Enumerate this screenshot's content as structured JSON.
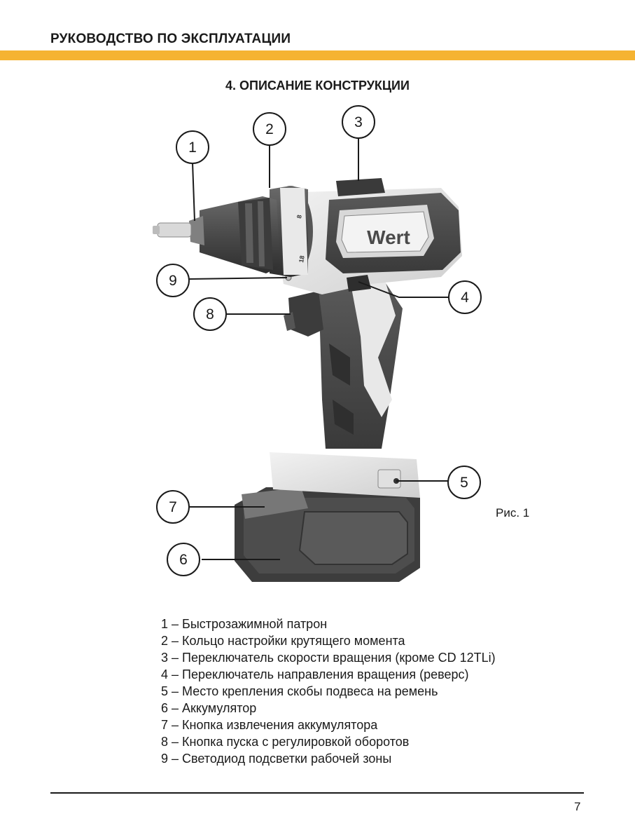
{
  "header": {
    "title": "РУКОВОДСТВО ПО ЭКСПЛУАТАЦИИ",
    "accent_color": "#f5b332"
  },
  "section": {
    "title": "4. ОПИСАНИЕ КОНСТРУКЦИИ"
  },
  "figure": {
    "brand": "Wert",
    "dial_marks": [
      "8",
      "18"
    ],
    "caption": "Рис. 1",
    "callouts": [
      "1",
      "2",
      "3",
      "4",
      "5",
      "6",
      "7",
      "8",
      "9"
    ]
  },
  "legend": [
    "1 – Быстрозажимной патрон",
    "2 – Кольцо настройки крутящего момента",
    "3 – Переключатель скорости вращения (кроме CD 12TLi)",
    "4 – Переключатель направления вращения (реверс)",
    "5 – Место крепления скобы подвеса на ремень",
    "6 – Аккумулятор",
    "7 – Кнопка извлечения аккумулятора",
    "8 – Кнопка пуска с регулировкой оборотов",
    "9 – Светодиод подсветки рабочей зоны"
  ],
  "footer": {
    "page_number": "7"
  }
}
